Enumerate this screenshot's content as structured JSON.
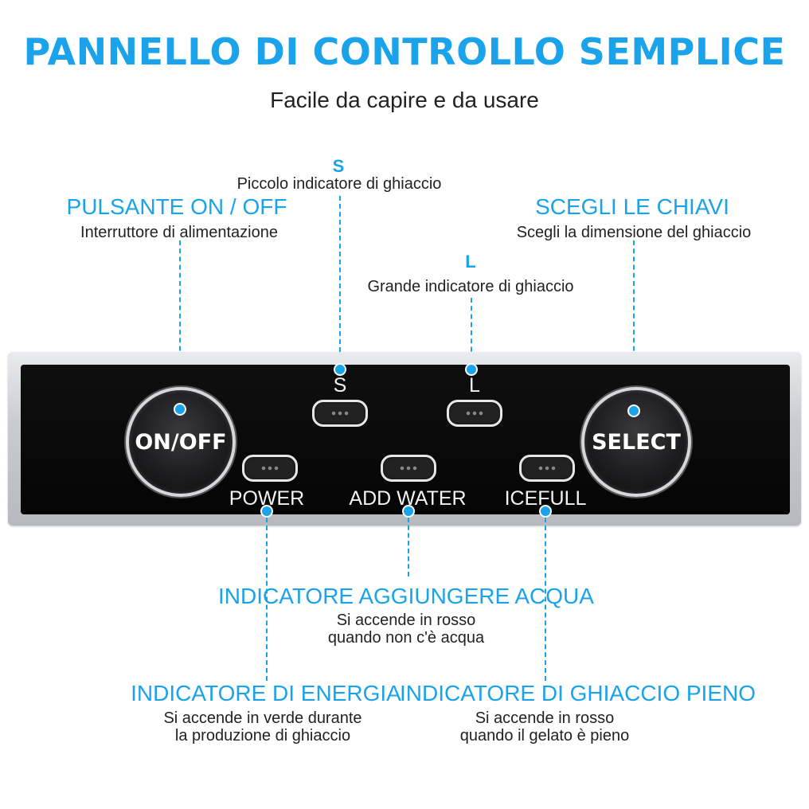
{
  "header": {
    "title": "PANNELLO DI CONTROLLO SEMPLICE",
    "subtitle": "Facile da capire e da usare"
  },
  "callouts": {
    "on_off": {
      "title": "PULSANTE ON / OFF",
      "desc": "Interruttore di alimentazione"
    },
    "small_ice": {
      "letter": "S",
      "desc": "Piccolo indicatore di ghiaccio"
    },
    "large_ice": {
      "letter": "L",
      "desc": "Grande indicatore di ghiaccio"
    },
    "select": {
      "title": "SCEGLI LE CHIAVI",
      "desc": "Scegli la dimensione del ghiaccio"
    },
    "add_water": {
      "title": "INDICATORE AGGIUNGERE ACQUA",
      "desc_1": "Si accende in rosso",
      "desc_2": "quando non c'è acqua"
    },
    "energy": {
      "title": "INDICATORE DI ENERGIA",
      "desc_1": "Si accende in verde durante",
      "desc_2": "la produzione di ghiaccio"
    },
    "ice_full": {
      "title": "INDICATORE DI GHIACCIO PIENO",
      "desc_1": "Si accende in rosso",
      "desc_2": "quando il gelato è pieno"
    }
  },
  "panel": {
    "on_off_label": "ON/OFF",
    "select_label": "SELECT",
    "s_label": "S",
    "l_label": "L",
    "power_label": "POWER",
    "add_water_label": "ADD WATER",
    "icefull_label": "ICEFULL"
  },
  "colors": {
    "accent": "#1aa3ea",
    "panel": "#050505",
    "frame": "#c9ccd1"
  }
}
